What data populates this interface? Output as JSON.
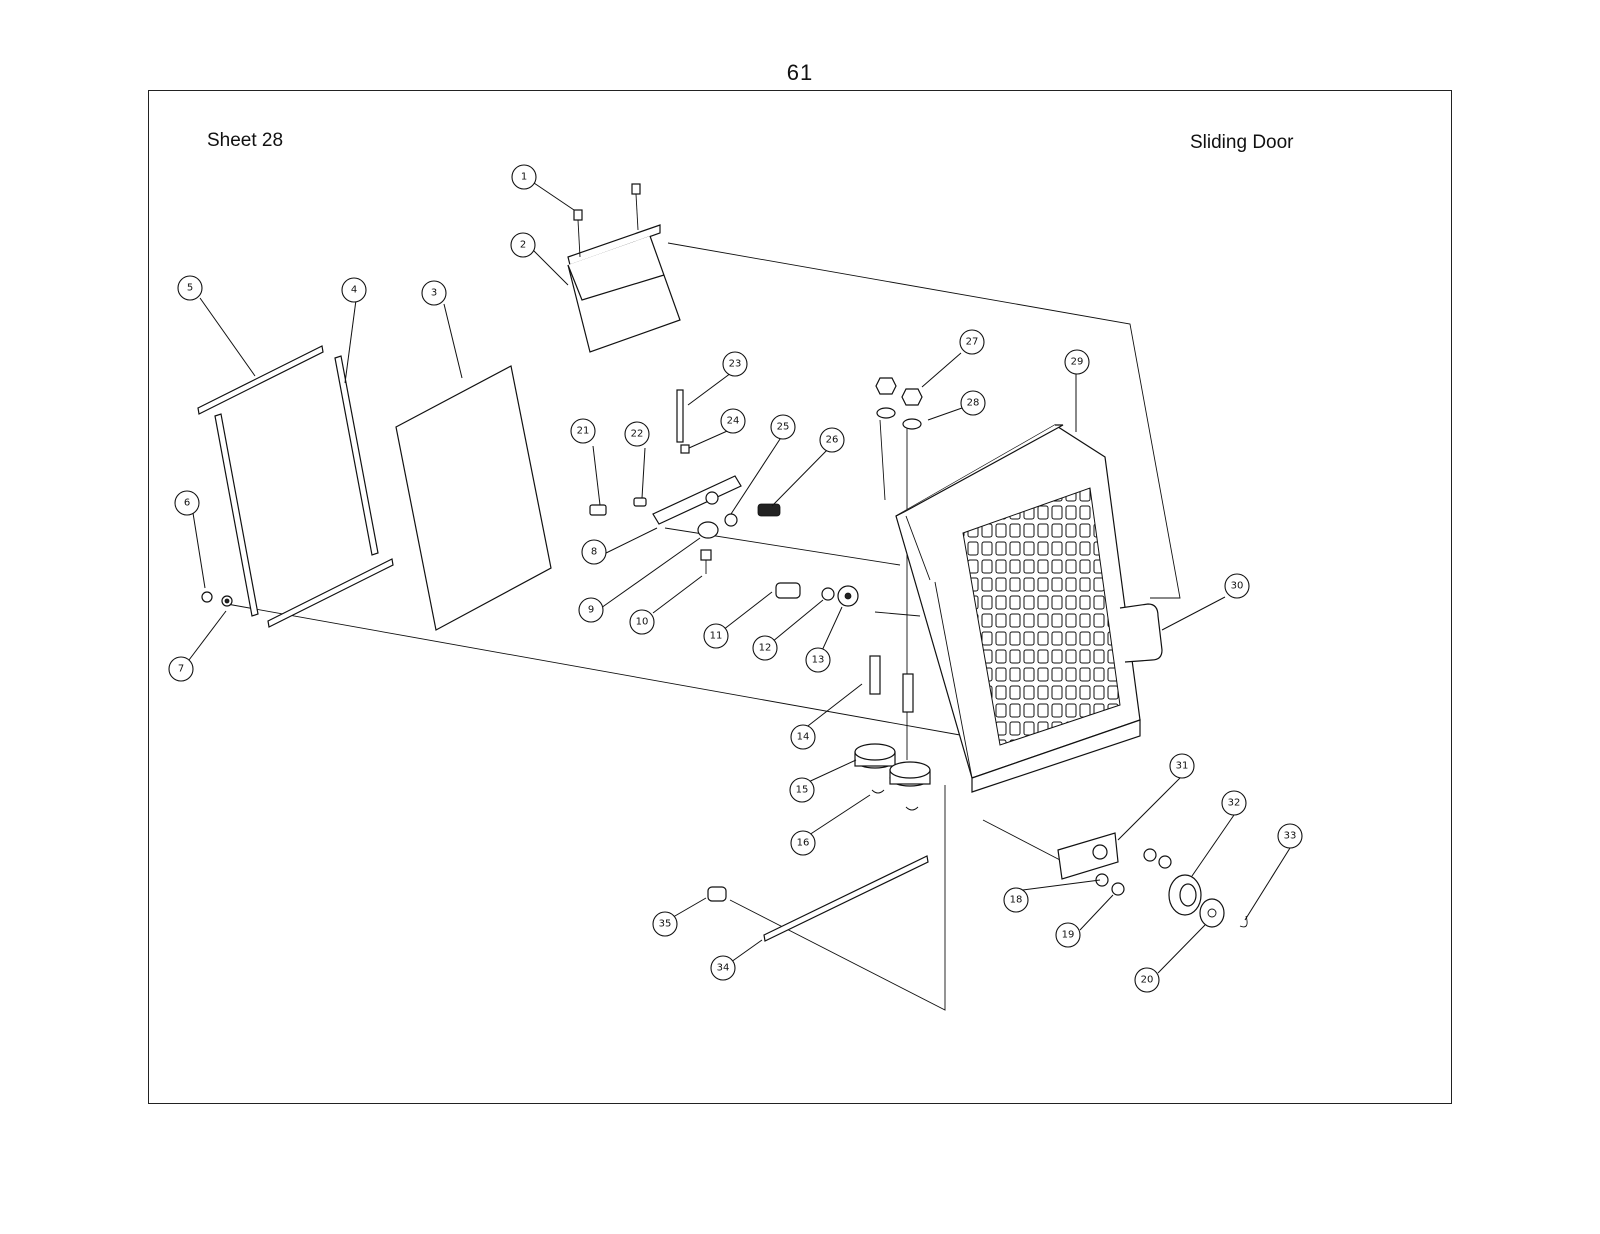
{
  "page_number": "61",
  "sheet_label": "Sheet 28",
  "drawing_title": "Sliding Door",
  "callouts": [
    "1",
    "2",
    "3",
    "4",
    "5",
    "6",
    "7",
    "8",
    "9",
    "10",
    "11",
    "12",
    "13",
    "14",
    "15",
    "16",
    "18",
    "19",
    "20",
    "21",
    "22",
    "23",
    "24",
    "25",
    "26",
    "27",
    "28",
    "29",
    "30",
    "31",
    "32",
    "33",
    "34",
    "35"
  ]
}
